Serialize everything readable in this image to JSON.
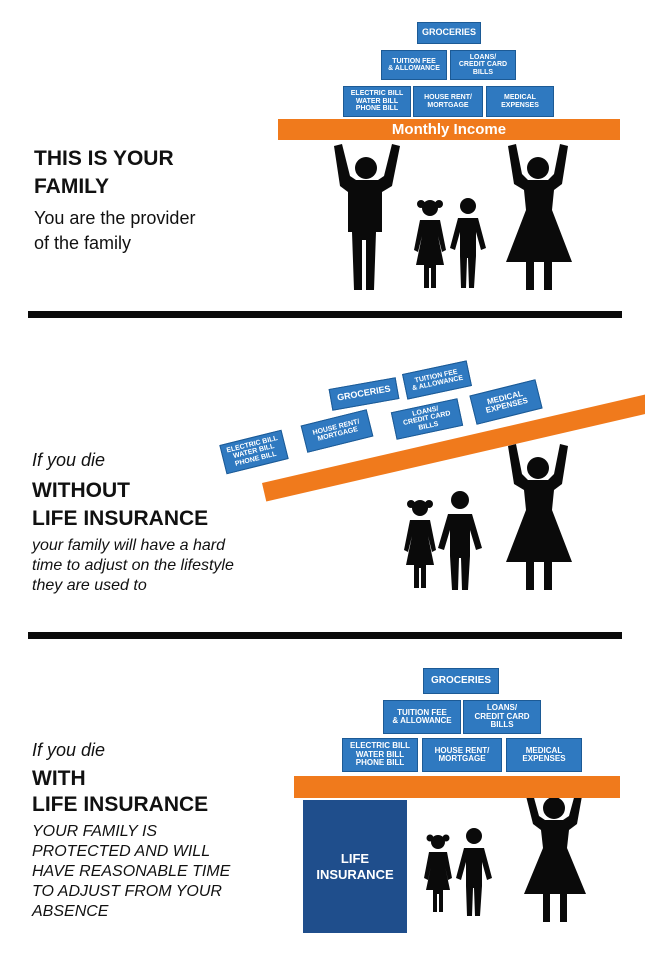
{
  "panel1": {
    "heading_line1": "THIS IS YOUR",
    "heading_line2": "FAMILY",
    "body_line1": "You are the provider",
    "body_line2": "of the family",
    "bar_label": "Monthly Income",
    "expenses": {
      "groceries": "GROCERIES",
      "tuition": "TUITION FEE\n& ALLOWANCE",
      "loans": "LOANS/\nCREDIT CARD\nBILLS",
      "bills": "ELECTRIC BILL\nWATER BILL\nPHONE BILL",
      "rent": "HOUSE RENT/\nMORTGAGE",
      "medical": "MEDICAL\nEXPENSES"
    }
  },
  "panel2": {
    "line1": "If you die",
    "line2": "WITHOUT",
    "line3": "LIFE INSURANCE",
    "body_line1": "your family will have a hard",
    "body_line2": "time to adjust on the lifestyle",
    "body_line3": "they are used to",
    "expenses": {
      "groceries": "GROCERIES",
      "tuition": "TUITION FEE\n& ALLOWANCE",
      "loans": "LOANS/\nCREDIT CARD\nBILLS",
      "bills": "ELECTRIC BILL\nWATER BILL\nPHONE BILL",
      "rent": "HOUSE RENT/\nMORTGAGE",
      "medical": "MEDICAL\nEXPENSES"
    }
  },
  "panel3": {
    "line1": "If you die",
    "line2": "WITH",
    "line3": "LIFE INSURANCE",
    "body_line1": "YOUR FAMILY IS",
    "body_line2": "PROTECTED AND WILL",
    "body_line3": "HAVE REASONABLE TIME",
    "body_line4": "TO ADJUST FROM YOUR",
    "body_line5": "ABSENCE",
    "insurance_label": "LIFE\nINSURANCE",
    "expenses": {
      "groceries": "GROCERIES",
      "tuition": "TUITION FEE\n& ALLOWANCE",
      "loans": "LOANS/\nCREDIT CARD\nBILLS",
      "bills": "ELECTRIC BILL\nWATER BILL\nPHONE BILL",
      "rent": "HOUSE RENT/\nMORTGAGE",
      "medical": "MEDICAL\nEXPENSES"
    }
  },
  "colors": {
    "box_blue": "#2f79c0",
    "bar_orange": "#f07a1c",
    "insurance_navy": "#1f4e8c",
    "figure_black": "#0a0a0a"
  }
}
